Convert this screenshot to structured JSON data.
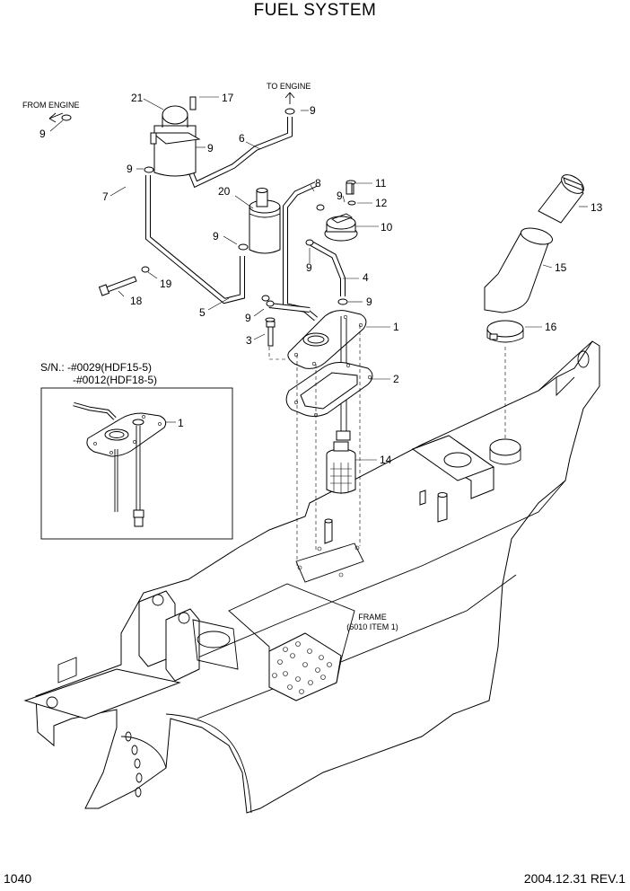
{
  "title": "FUEL SYSTEM",
  "page_number": "1040",
  "revision": "2004.12.31  REV.1",
  "annotations": {
    "from_engine": "FROM ENGINE",
    "to_engine": "TO ENGINE",
    "frame_line1": "FRAME",
    "frame_line2": "(6010 ITEM 1)",
    "sn_line1": "S/N.: -#0029(HDF15-5)",
    "sn_line2": "-#0012(HDF18-5)"
  },
  "part_numbers": [
    "1",
    "2",
    "3",
    "4",
    "5",
    "6",
    "7",
    "8",
    "9",
    "10",
    "11",
    "12",
    "13",
    "14",
    "15",
    "16",
    "17",
    "18",
    "19",
    "20",
    "21"
  ]
}
